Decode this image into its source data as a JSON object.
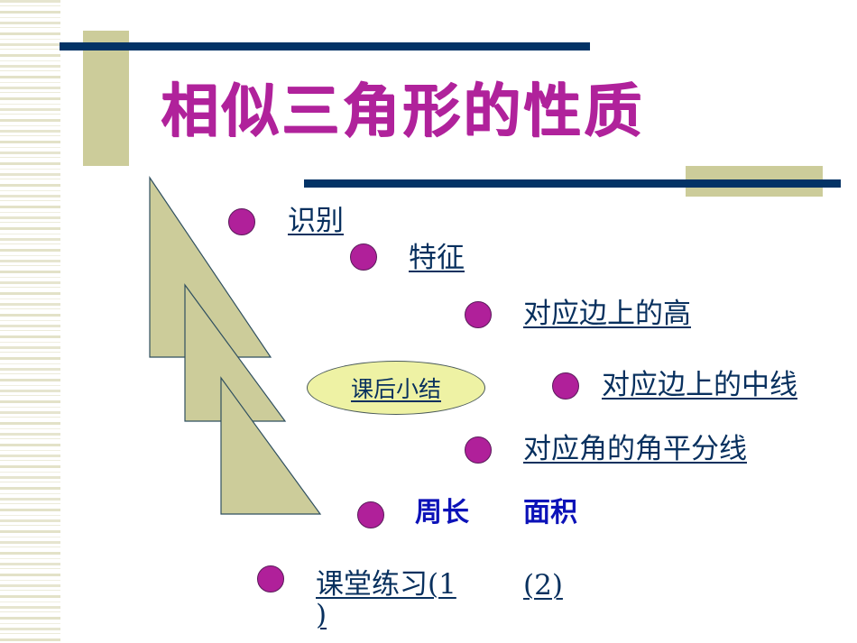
{
  "slide": {
    "title": "相似三角形的性质",
    "colors": {
      "title": "#b0229b",
      "bullet": "#b0209a",
      "link": "#08305e",
      "bold_blue": "#0c12b8",
      "navy_bar": "#033366",
      "beige_block": "#cccc9a",
      "ellipse_fill": "#eef2a4",
      "triangle_fill": "#cccc9a"
    }
  },
  "items": {
    "recognize": "识别",
    "features": "特征",
    "height": "对应边上的高",
    "median": "对应边上的中线",
    "bisector": "对应角的角平分线",
    "perimeter": "周长",
    "area": "面积",
    "practice_line1": "课堂练习(1",
    "practice_line2": ")",
    "practice_2": "(2)"
  },
  "summary_button": {
    "label": "课后小结"
  }
}
